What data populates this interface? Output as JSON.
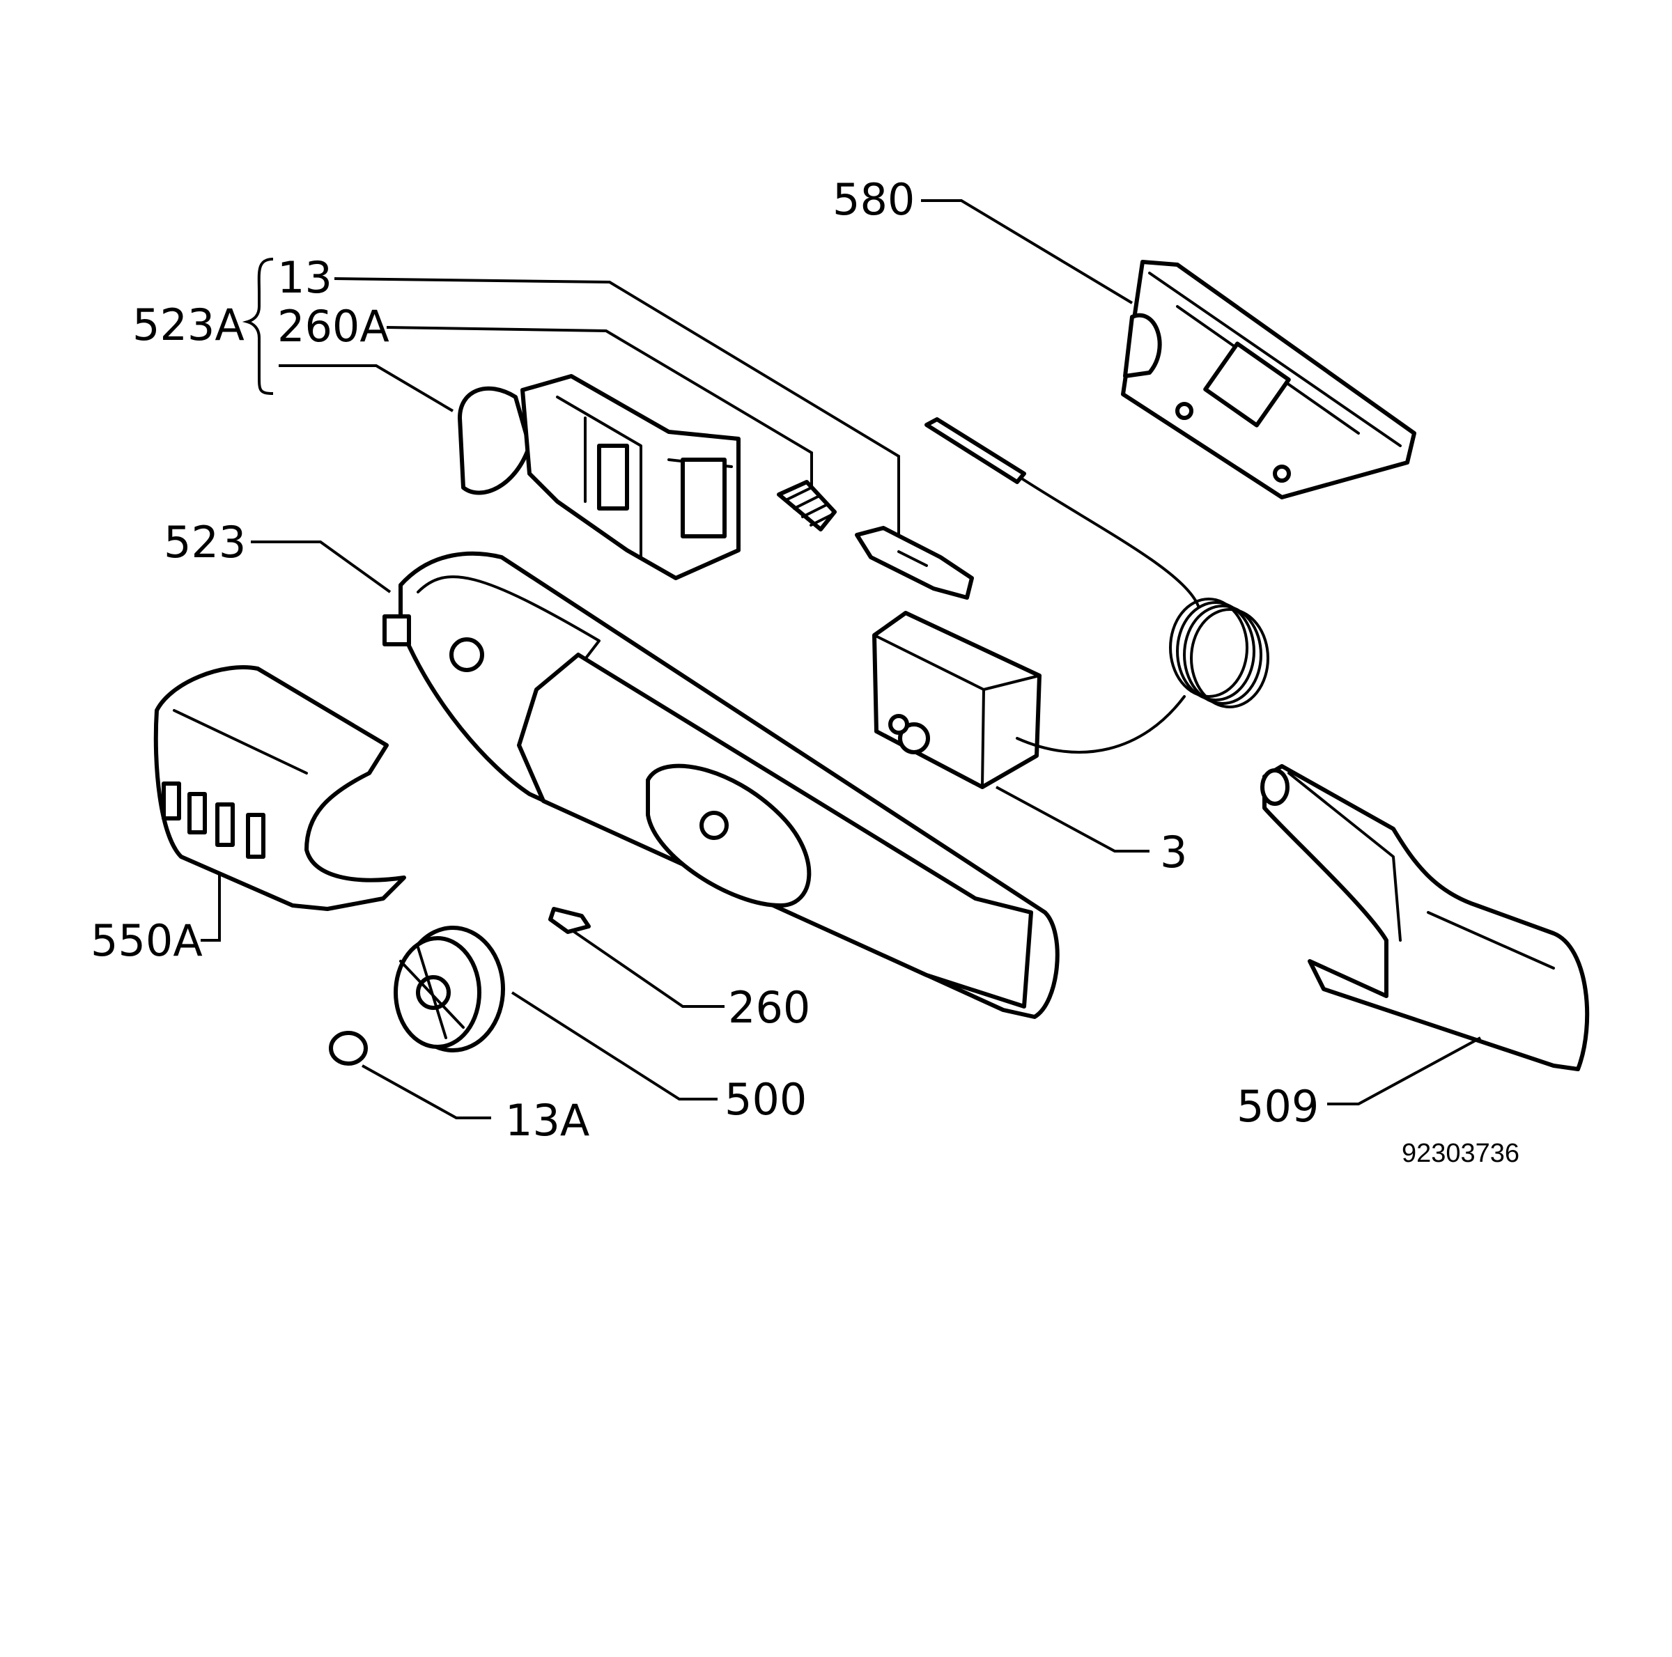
{
  "document_number": "92303736",
  "callouts": {
    "c580": "580",
    "c13": "13",
    "c260A": "260A",
    "c523A": "523A",
    "c523": "523",
    "c550A": "550A",
    "c3": "3",
    "c260": "260",
    "c500": "500",
    "c13A": "13A",
    "c509": "509"
  }
}
